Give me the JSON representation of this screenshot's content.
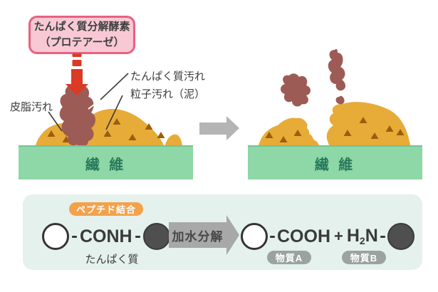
{
  "colors": {
    "callout_bg": "#f8c9d4",
    "callout_border": "#e8617f",
    "red_arrow": "#da3a26",
    "protein_stain": "#9d5b55",
    "sebum_stain": "#e7ab38",
    "particle_stain": "#9c5e0c",
    "fiber_bar": "#8ed7a6",
    "fiber_text": "#27795a",
    "transform_arrow": "#b5b5b5",
    "panel_bg": "#e5f1ec",
    "peptide_pill_bg": "#f3a24b",
    "substance_pill_bg": "#9ba3a0",
    "dark_molecule": "#4f4f4f",
    "text": "#3b3b3b"
  },
  "callout": {
    "line1": "たんぱく質分解酵素",
    "line2": "（プロテアーゼ）"
  },
  "labels": {
    "sebum": "皮脂汚れ",
    "protein": "たんぱく質汚れ",
    "particle": "粒子汚れ（泥）"
  },
  "fiber": {
    "label": "繊 維"
  },
  "panel": {
    "peptide_bond": "ペプチド結合",
    "protein_label": "たんぱく質",
    "bond_formula": "CONH",
    "arrow_label": "加水分解",
    "acid_formula": "COOH",
    "plus": "+",
    "amine_h": "H",
    "amine_sub": "2",
    "amine_n": "N",
    "substance_a": "物質A",
    "substance_b": "物質B"
  }
}
